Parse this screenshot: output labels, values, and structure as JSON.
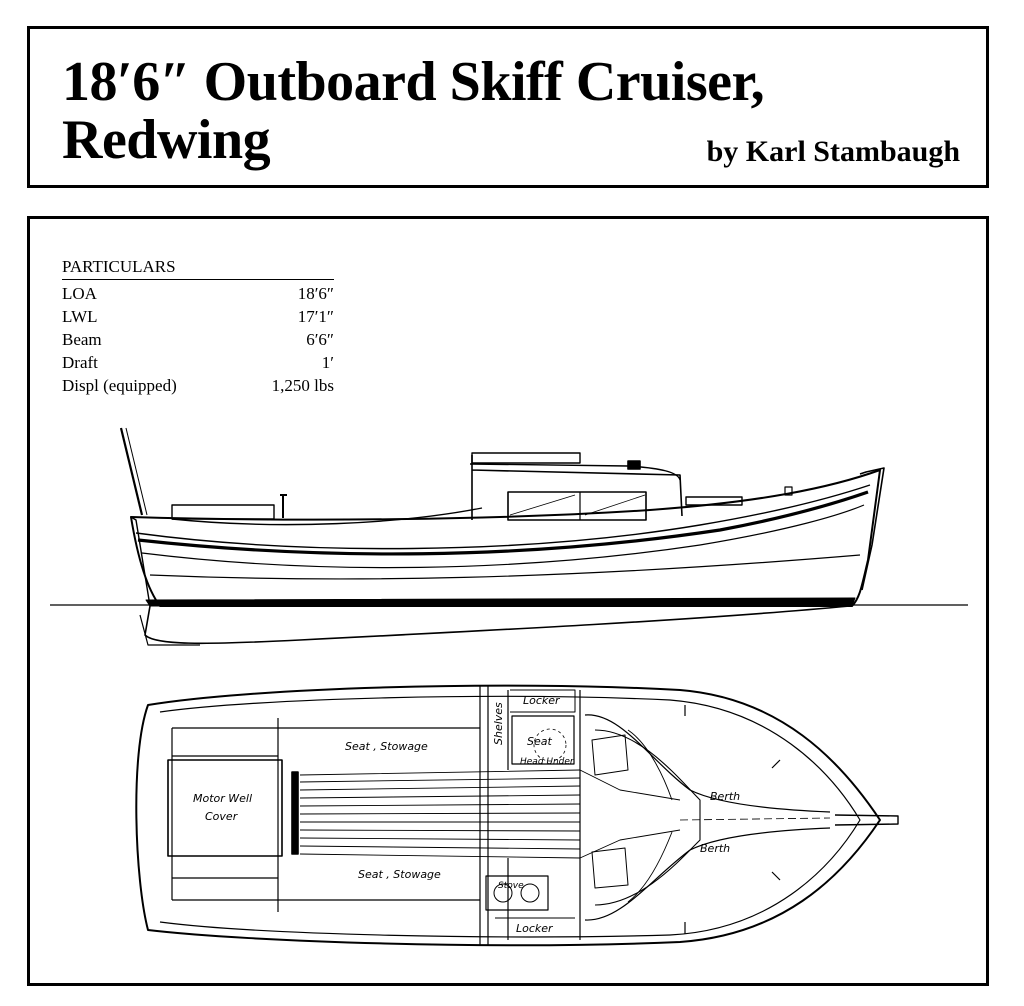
{
  "header": {
    "title_line1": "18′6″ Outboard Skiff Cruiser,",
    "title_line2": "Redwing",
    "author": "by Karl Stambaugh"
  },
  "particulars": {
    "heading": "PARTICULARS",
    "rows": [
      {
        "label": "LOA",
        "value": "18′6″"
      },
      {
        "label": "LWL",
        "value": "17′1″"
      },
      {
        "label": "Beam",
        "value": "6′6″"
      },
      {
        "label": "Draft",
        "value": "1′"
      },
      {
        "label": "Displ (equipped)",
        "value": "1,250 lbs"
      }
    ]
  },
  "plan_labels": {
    "locker_top": "Locker",
    "shelves": "Shelves",
    "seat_top": "Seat , Stowage",
    "seat_head": "Seat",
    "head_under": "Head Under",
    "berth_top": "Berth",
    "berth_bottom": "Berth",
    "motor_well_line1": "Motor Well",
    "motor_well_line2": "Cover",
    "seat_bottom": "Seat , Stowage",
    "stove": "Stove",
    "locker_bottom": "Locker"
  }
}
